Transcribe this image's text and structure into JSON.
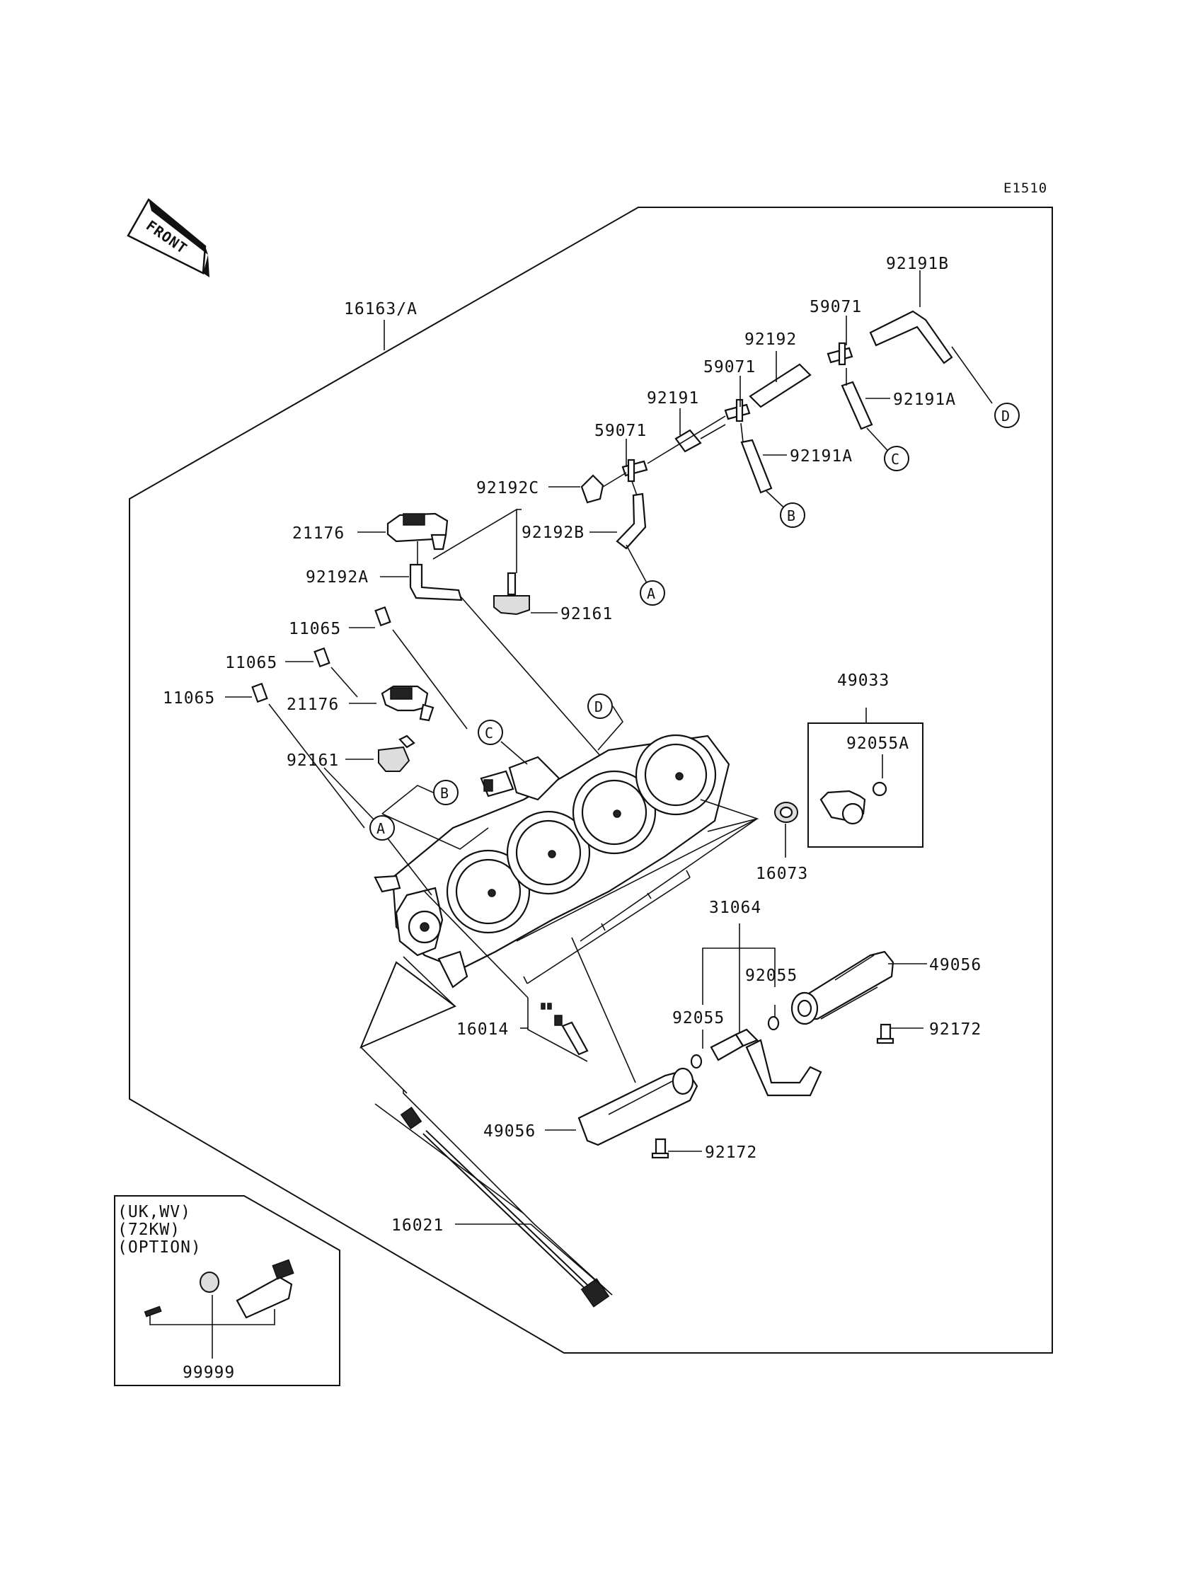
{
  "diagram_code": "E1510",
  "front_label": "FRONT",
  "callouts": {
    "c16163A": "16163/A",
    "c92191B": "92191B",
    "c59071_top": "59071",
    "c92192": "92192",
    "c59071_mid": "59071",
    "c92191": "92191",
    "c92191A_right": "92191A",
    "c59071_low": "59071",
    "c92191A_mid": "92191A",
    "c92192C": "92192C",
    "c21176_top": "21176",
    "c92192B": "92192B",
    "c92192A": "92192A",
    "c92161_top": "92161",
    "c11065_a": "11065",
    "c11065_b": "11065",
    "c11065_c": "11065",
    "c21176_mid": "21176",
    "c92161_mid": "92161",
    "c49033": "49033",
    "c92055A": "92055A",
    "c16073": "16073",
    "c31064": "31064",
    "c92055_right": "92055",
    "c49056_right": "49056",
    "c92055_left": "92055",
    "c92172_right": "92172",
    "c16014": "16014",
    "c49056_left": "49056",
    "c92172_left": "92172",
    "c16021": "16021",
    "c99999": "99999"
  },
  "option_box": {
    "line1": "(UK,WV)",
    "line2": "(72KW)",
    "line3": "(OPTION)"
  },
  "connection_letters": {
    "d_top": "D",
    "c_top": "C",
    "b_top": "B",
    "a_top": "A",
    "c_body": "C",
    "d_body": "D",
    "b_body": "B",
    "a_body": "A"
  }
}
